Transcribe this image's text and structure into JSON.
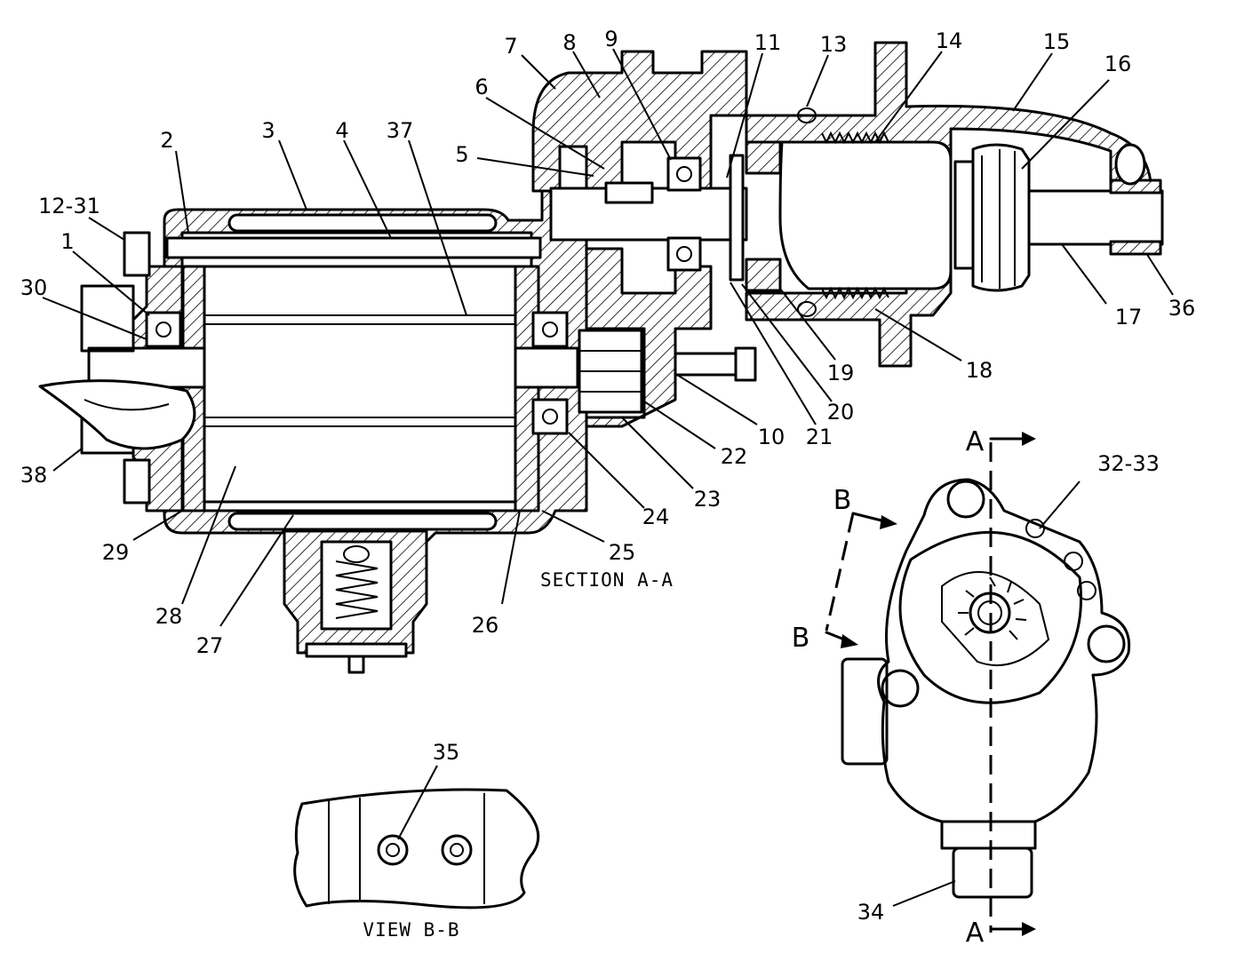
{
  "callouts": {
    "c1": "1",
    "c2": "2",
    "c3": "3",
    "c4": "4",
    "c5": "5",
    "c6": "6",
    "c7": "7",
    "c8": "8",
    "c9": "9",
    "c10": "10",
    "c11": "11",
    "c12_31": "12-31",
    "c13": "13",
    "c14": "14",
    "c15": "15",
    "c16": "16",
    "c17": "17",
    "c18": "18",
    "c19": "19",
    "c20": "20",
    "c21": "21",
    "c22": "22",
    "c23": "23",
    "c24": "24",
    "c25": "25",
    "c26": "26",
    "c27": "27",
    "c28": "28",
    "c29": "29",
    "c30": "30",
    "c32_33": "32-33",
    "c34": "34",
    "c35": "35",
    "c36": "36",
    "c37": "37",
    "c38": "38"
  },
  "captions": {
    "section_aa": "SECTION A-A",
    "view_bb": "VIEW B-B"
  },
  "section_markers": {
    "a_top": "A",
    "a_bottom": "A",
    "b_top": "B",
    "b_bottom": "B"
  }
}
